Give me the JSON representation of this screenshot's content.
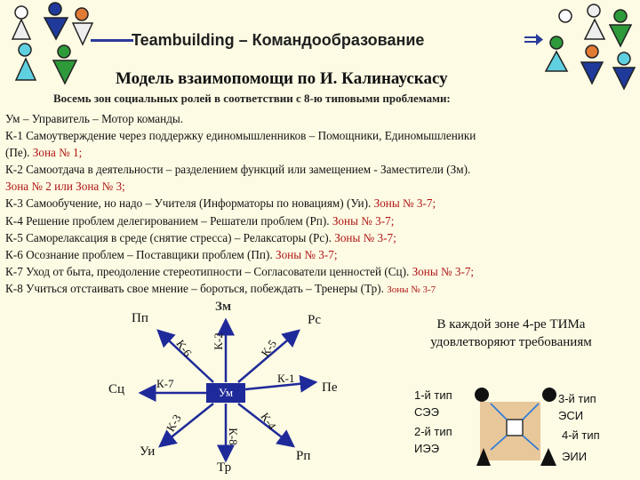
{
  "header": {
    "title": "Teambuilding – Командообразование"
  },
  "subtitle": "Модель взаимопомощи по И. Калинаускасу",
  "lead": "Восемь зон социальных ролей в соответствии с 8-ю типовыми проблемами:",
  "lines": [
    {
      "text": "Ум – Управитель – Мотор команды.",
      "red": ""
    },
    {
      "text": "К-1 Самоутверждение через поддержку единомышленников – Помощники, Единомышленики",
      "red": ""
    },
    {
      "text": "(Пе). ",
      "red": "Зона № 1;"
    },
    {
      "text": "К-2 Самоотдача в деятельности – разделением функций или замещением - Заместители (Зм).",
      "red": ""
    },
    {
      "text": "",
      "red": "Зона № 2 или Зона № 3;"
    },
    {
      "text": "К-3 Самообучение, но надо – Учителя (Информаторы по новациям) (Уи). ",
      "red": "Зоны № 3-7;"
    },
    {
      "text": "К-4 Решение проблем делегированием – Решатели проблем (Рп). ",
      "red": "Зоны № 3-7;"
    },
    {
      "text": "К-5 Саморелаксация в среде (снятие стресса) – Релаксаторы (Рс). ",
      "red": "Зоны № 3-7;"
    },
    {
      "text": "К-6 Осознание проблем – Поставщики проблем (Пп). ",
      "red": "Зоны № 3-7;"
    },
    {
      "text": "К-7 Уход от быта, преодоление стереотипности – Согласователи ценностей (Сц). ",
      "red": "Зоны № 3-7;"
    },
    {
      "text": "К-8 Учиться отстаивать свое мнение – бороться, побеждать – Тренеры (Тр). ",
      "red": "Зоны № 3-7"
    }
  ],
  "diagram": {
    "center": "Ум",
    "nodes": {
      "zm": "Зм",
      "pp": "Пп",
      "rs": "Рс",
      "sc": "Сц",
      "pe": "Пе",
      "ui": "Уи",
      "tr": "Тр",
      "rp": "Рп"
    },
    "k": {
      "k1": "К-1",
      "k2": "К-2",
      "k3": "К-3",
      "k4": "К-4",
      "k5": "К-5",
      "k6": "К-6",
      "k7": "К-7",
      "k8": "К-8"
    }
  },
  "note": "В каждой зоне 4-ре ТИМа удовлетворяют требованиям",
  "types": {
    "t1": "1-й тип",
    "t1code": "СЭЭ",
    "t2": "2-й тип",
    "t2code": "ИЭЭ",
    "t3": "3-й тип",
    "t3code": "ЭСИ",
    "t4": "4-й тип",
    "t4code": "ЭИИ"
  },
  "colors": {
    "header_line": "#2a3a9a",
    "center_box": "#1f2a9a",
    "zone_text": "#b01515",
    "figure_green": "#2e9a3a",
    "figure_blue": "#1f3a9a",
    "figure_orange": "#e07a35",
    "figure_cyan": "#5fd0e0"
  }
}
